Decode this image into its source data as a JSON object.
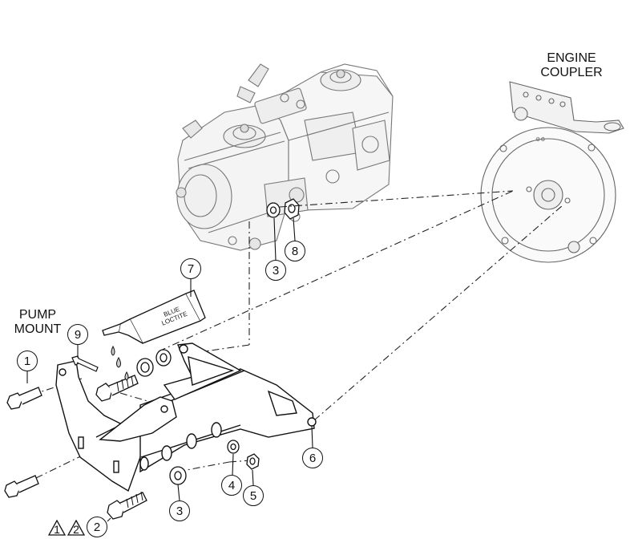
{
  "labels": {
    "engine_coupler_line1": "ENGINE",
    "engine_coupler_line2": "COUPLER",
    "pump_mount_line1": "PUMP",
    "pump_mount_line2": "MOUNT",
    "tube_text_line1": "BLUE",
    "tube_text_line2": "LOCTITE"
  },
  "callouts": {
    "c1": "1",
    "c2": "2",
    "c3_upper": "3",
    "c3_lower": "3",
    "c4": "4",
    "c5": "5",
    "c6": "6",
    "c7": "7",
    "c8": "8",
    "c9": "9"
  },
  "warnings": {
    "w1": "1",
    "w2": "2"
  }
}
